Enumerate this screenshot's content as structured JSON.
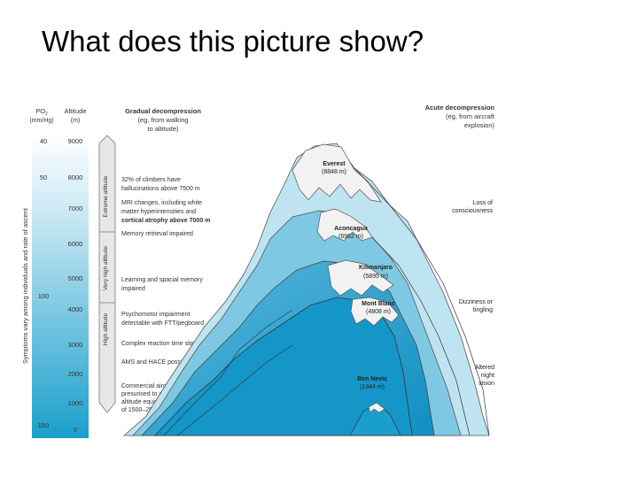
{
  "slide": {
    "title": "What does this picture show?"
  },
  "figure": {
    "col_po2": {
      "line1": "PO",
      "sub": "2",
      "line2": "(mm/Hg)"
    },
    "col_alt": {
      "line1": "Altitude",
      "line2": "(m)"
    },
    "left_header": [
      "Gradual decompression",
      "(eg, from walking",
      "to altitude)"
    ],
    "right_header": [
      "Acute decompression",
      "(eg, from aircraft",
      "explosion)"
    ],
    "side_label": "Symptoms vary among individuals and rate of ascent",
    "po2_values": [
      "40",
      "50",
      "100",
      "150"
    ],
    "altitude_values": [
      "9000",
      "8000",
      "7000",
      "6000",
      "5000",
      "4000",
      "3000",
      "2000",
      "1000",
      "0"
    ],
    "bands": [
      "Extreme altitude",
      "Very high altitude",
      "High altitude"
    ],
    "effects": [
      [
        "32% of climbers have",
        "hallucinations above 7500 m"
      ],
      [
        "MRI changes, including white",
        "matter hyperintensities and",
        "cortical atrophy above 7000 m"
      ],
      [
        "Memory retrieval impaired"
      ],
      [
        "Learning and spacial memory",
        "impaired"
      ],
      [
        "Psychomotor impairment",
        "detectable with FTT/pegboard"
      ],
      [
        "Complex reaction time slows"
      ],
      [
        "AMS and HACE possible"
      ],
      [
        "Commercial aircraft are",
        "presurised to an",
        "altitude equivalent",
        "of 1500–2500 m"
      ]
    ],
    "mountains": [
      {
        "name": "Everest",
        "height": "(8848 m)"
      },
      {
        "name": "Aconcagua",
        "height": "(6962 m)"
      },
      {
        "name": "Kilimanjaro",
        "height": "(5895 m)"
      },
      {
        "name": "Mont Blanc",
        "height": "(4808 m)"
      },
      {
        "name": "Ben Nevis",
        "height": "(1344 m)"
      }
    ],
    "acute_effects": [
      [
        "Loss of",
        "consciousness"
      ],
      [
        "Dizziness or",
        "tingling"
      ],
      [
        "Altered",
        "night",
        "vision"
      ]
    ]
  },
  "colors": {
    "gradient_top": "#ffffff",
    "gradient_bottom": "#1a9fcc",
    "mountain_dark": "#1596c8",
    "mountain_mid": "#7fc8e3",
    "mountain_light": "#bfe4f1",
    "snow": "#f2f2f2",
    "arrow_fill": "#e7e7e7"
  }
}
